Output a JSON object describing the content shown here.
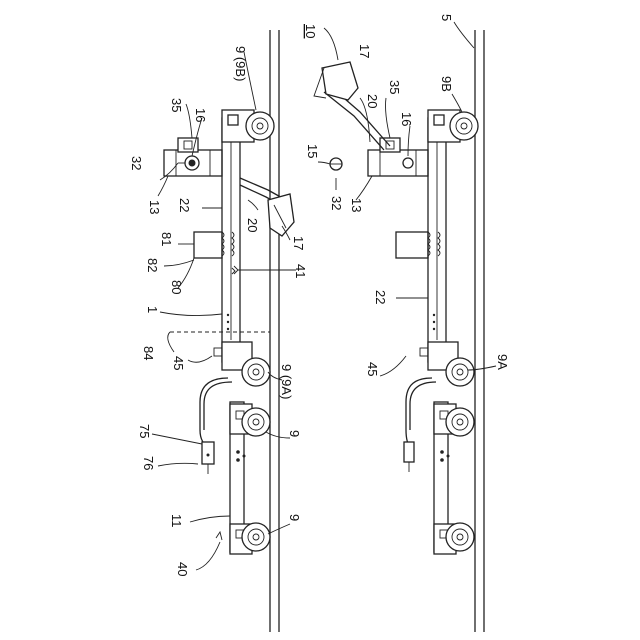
{
  "labels": {
    "l10": "10",
    "l5": "5",
    "l17a": "17",
    "l35a": "35",
    "l9B_left": "9 (9B)",
    "l35b": "35",
    "l16a": "16",
    "l20a": "20",
    "l9B_right": "9B",
    "l16b": "16",
    "l15": "15",
    "l32a": "32",
    "l13a": "13",
    "l22a": "22",
    "l20b": "20",
    "l17b": "17",
    "l81": "81",
    "l32b": "32",
    "l13b": "13",
    "l82": "82",
    "l80": "80",
    "l41": "41",
    "l22b": "22",
    "l1": "1",
    "l84": "84",
    "l45a": "45",
    "l9_9A": "9 (9A)",
    "l45b": "45",
    "l9A": "9A",
    "l75": "75",
    "l9a": "9",
    "l76": "76",
    "l11": "11",
    "l9b": "9",
    "l40": "40"
  }
}
